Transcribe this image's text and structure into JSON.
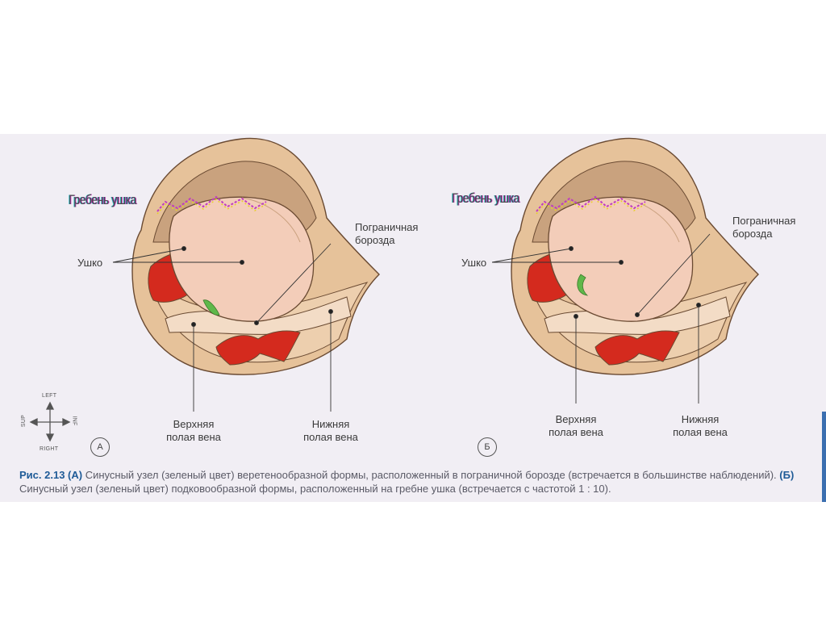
{
  "labels": {
    "crest": "Гребень ушка",
    "auricle": "Ушко",
    "sulcus_line1": "Пограничная",
    "sulcus_line2": "борозда",
    "svc_line1": "Верхняя",
    "svc_line2": "полая вена",
    "ivc_line1": "Нижняя",
    "ivc_line2": "полая вена"
  },
  "panels": [
    {
      "tag": "А",
      "node_shape": "spindle"
    },
    {
      "tag": "Б",
      "node_shape": "horseshoe"
    }
  ],
  "compass": {
    "up": "LEFT",
    "down": "RIGHT",
    "left": "SUP",
    "right": "INF"
  },
  "caption": {
    "fig": "Рис. 2.13",
    "a_tag": "(А)",
    "a_text": " Синусный узел (зеленый цвет) веретенообразной формы, расположенный в пограничной борозде (встречается в большинстве наблюдений).",
    "b_tag": "(Б)",
    "b_text": " Синусный узел (зеленый цвет) подковообразной формы, расположенный на гребне ушка (встречается с частотой 1 : 10)."
  },
  "colors": {
    "panel_bg": "#f1eef4",
    "tissue": "#e6c29a",
    "tissue_light": "#f0d4c2",
    "atrium": "#f3cdb9",
    "outline": "#6a4a32",
    "vessel_red": "#d42a1e",
    "node_green": "#5fb84a",
    "caption_blue": "#1f5b97"
  }
}
